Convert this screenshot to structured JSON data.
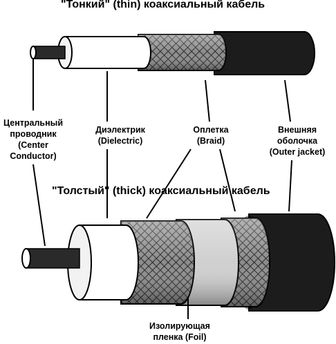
{
  "titles": {
    "thin": "\"Тонкий\" (thin) коаксиальный кабель",
    "thick": "\"Толстый\" (thick) коаксиальный кабель"
  },
  "labels": {
    "center": [
      "Центральный",
      "проводник",
      "(Center",
      "Conductor)"
    ],
    "dielectric": [
      "Диэлектрик",
      "(Dielectric)"
    ],
    "braid": [
      "Оплетка",
      "(Braid)"
    ],
    "jacket": [
      "Внешняя",
      "оболочка",
      "(Outer jacket)"
    ],
    "foil": [
      "Изолирующая",
      "пленка (Foil)"
    ]
  },
  "colors": {
    "jacket": "#1a1a1a",
    "braid": "#7a7a7a",
    "dielectric": "#ffffff",
    "foil": "#cccccc",
    "conductor": "#2a2a2a"
  }
}
